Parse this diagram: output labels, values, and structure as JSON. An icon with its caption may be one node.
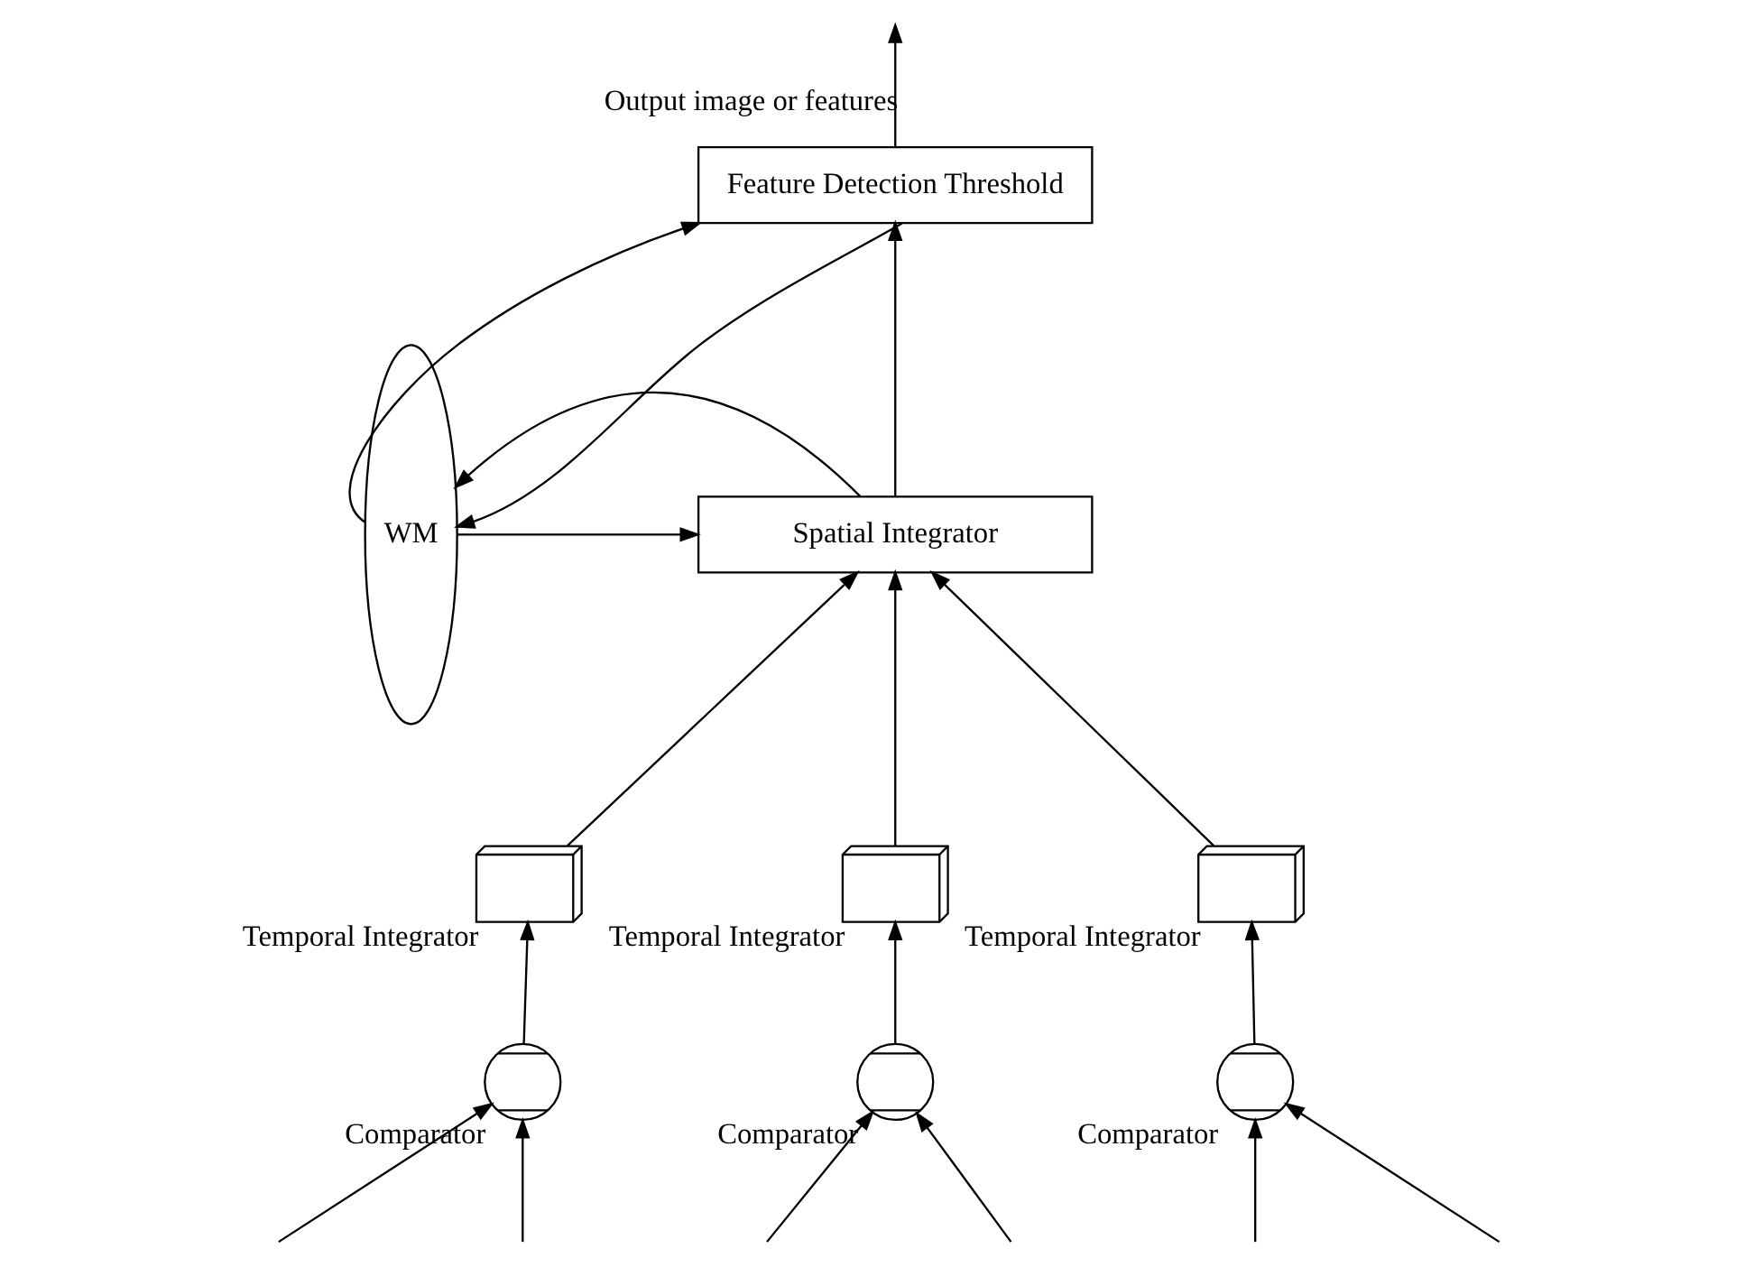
{
  "diagram": {
    "nodes": [
      {
        "text": [
          "Feature Detection Threshold"
        ]
      },
      {
        "text": [
          "Spatial Integrator"
        ]
      },
      {
        "text": [],
        "shape": "box",
        "beside": [
          "Temporal Integrator"
        ]
      },
      {
        "text": [],
        "shape": "box",
        "beside": [
          "Temporal Integrator"
        ]
      },
      {
        "text": [],
        "shape": "box",
        "beside": [
          "Temporal Integrator"
        ]
      },
      {
        "text": [],
        "shape": "circle",
        "beside": [
          "Comparator"
        ]
      },
      {
        "text": [],
        "shape": "circle",
        "beside": [
          "Comparator"
        ]
      },
      {
        "text": [],
        "shape": "circle",
        "beside": [
          "Comparator"
        ]
      },
      {
        "text": [
          "WM"
        ]
      }
    ],
    "edges": [
      {
        "from": 0,
        "to": null,
        "arrow": "to",
        "label": "Output image or features"
      },
      {
        "from": 1,
        "to": 0,
        "arrow": "to"
      },
      {
        "from": 2,
        "to": 1,
        "arrow": "to"
      },
      {
        "from": 3,
        "to": 1,
        "arrow": "to"
      },
      {
        "from": 4,
        "to": 1,
        "arrow": "to"
      },
      {
        "from": 5,
        "to": 2,
        "arrow": "to"
      },
      {
        "from": 6,
        "to": 3,
        "arrow": "to"
      },
      {
        "from": 7,
        "to": 4,
        "arrow": "to"
      },
      {
        "from": null,
        "to": 5,
        "arrow": "to"
      },
      {
        "from": null,
        "to": 5,
        "arrow": "to"
      },
      {
        "from": null,
        "to": 6,
        "arrow": "to"
      },
      {
        "from": null,
        "to": 6,
        "arrow": "to"
      },
      {
        "from": null,
        "to": 7,
        "arrow": "to"
      },
      {
        "from": null,
        "to": 7,
        "arrow": "to"
      },
      {
        "from": 0,
        "to": 8,
        "arrow": "to"
      },
      {
        "from": 8,
        "to": 0,
        "arrow": "to"
      },
      {
        "from": 1,
        "to": 8,
        "arrow": "to"
      },
      {
        "from": 8,
        "to": 1,
        "arrow": "to"
      }
    ]
  }
}
